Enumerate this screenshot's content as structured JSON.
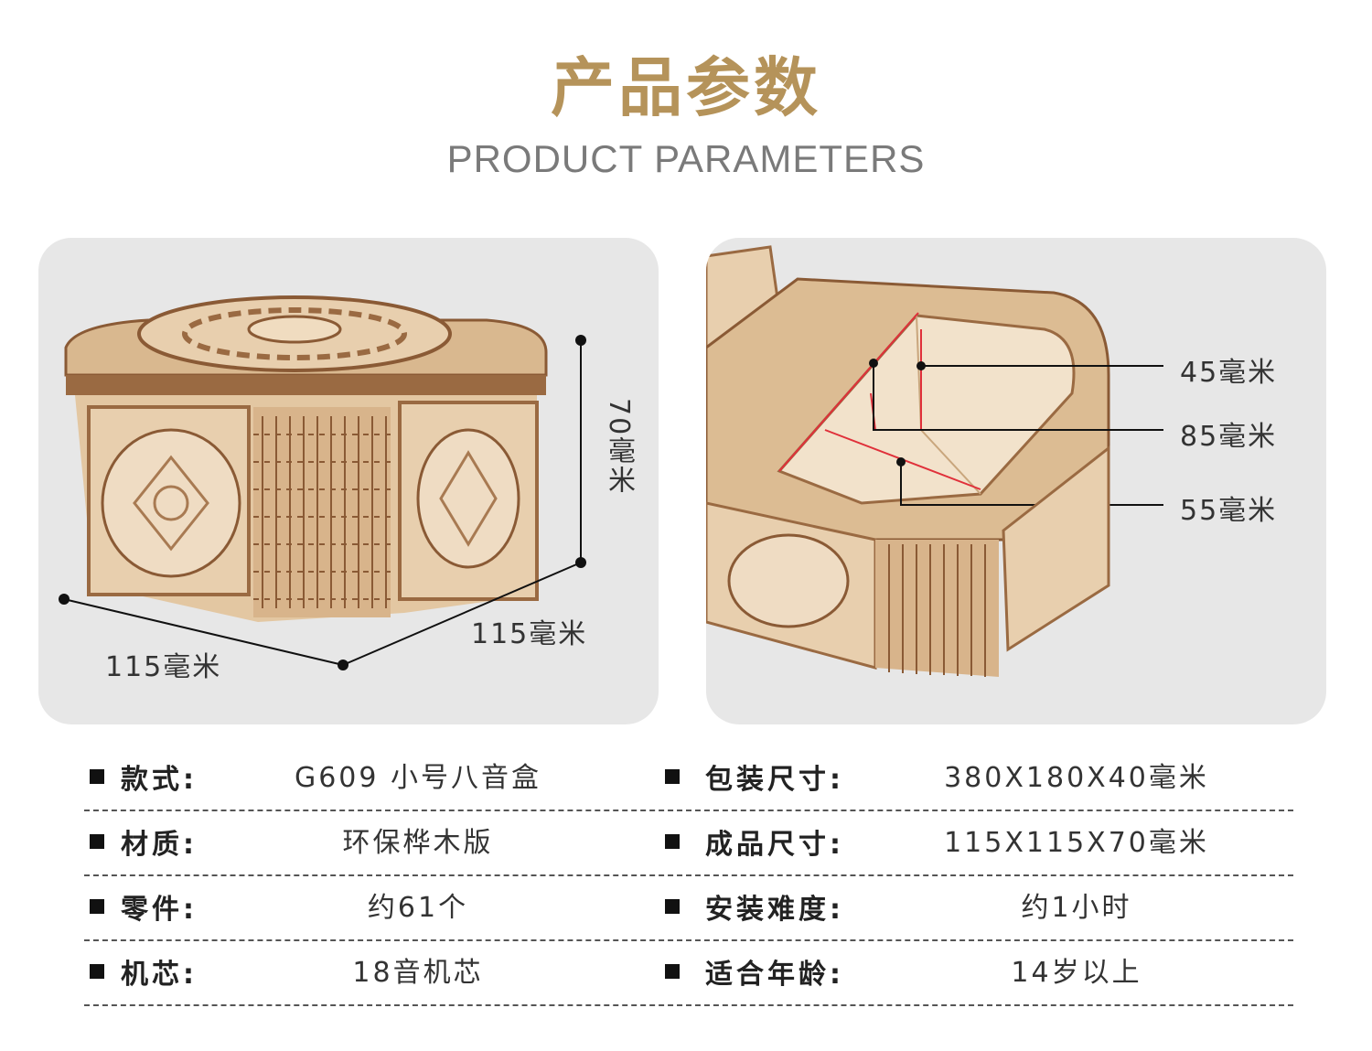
{
  "header": {
    "title_cn": "产品参数",
    "title_en": "PRODUCT PARAMETERS"
  },
  "colors": {
    "title_gold": "#b5935a",
    "panel_bg": "#e7e7e7",
    "wood_light": "#e8cfae",
    "wood_dark": "#8a5a35",
    "measure_red": "#e0303a"
  },
  "left_image": {
    "height_label": "70毫米",
    "width_right_label": "115毫米",
    "width_left_label": "115毫米"
  },
  "right_image": {
    "label_1": "45毫米",
    "label_2": "85毫米",
    "label_3": "55毫米"
  },
  "specs": {
    "rows": [
      {
        "left": {
          "key": "款式:",
          "value": "G609 小号八音盒"
        },
        "right": {
          "key": "包装尺寸:",
          "value": "380X180X40毫米"
        }
      },
      {
        "left": {
          "key": "材质:",
          "value": "环保桦木版"
        },
        "right": {
          "key": "成品尺寸:",
          "value": "115X115X70毫米"
        }
      },
      {
        "left": {
          "key": "零件:",
          "value": "约61个"
        },
        "right": {
          "key": "安装难度:",
          "value": "约1小时"
        }
      },
      {
        "left": {
          "key": "机芯:",
          "value": "18音机芯"
        },
        "right": {
          "key": "适合年龄:",
          "value": "14岁以上"
        }
      }
    ]
  }
}
